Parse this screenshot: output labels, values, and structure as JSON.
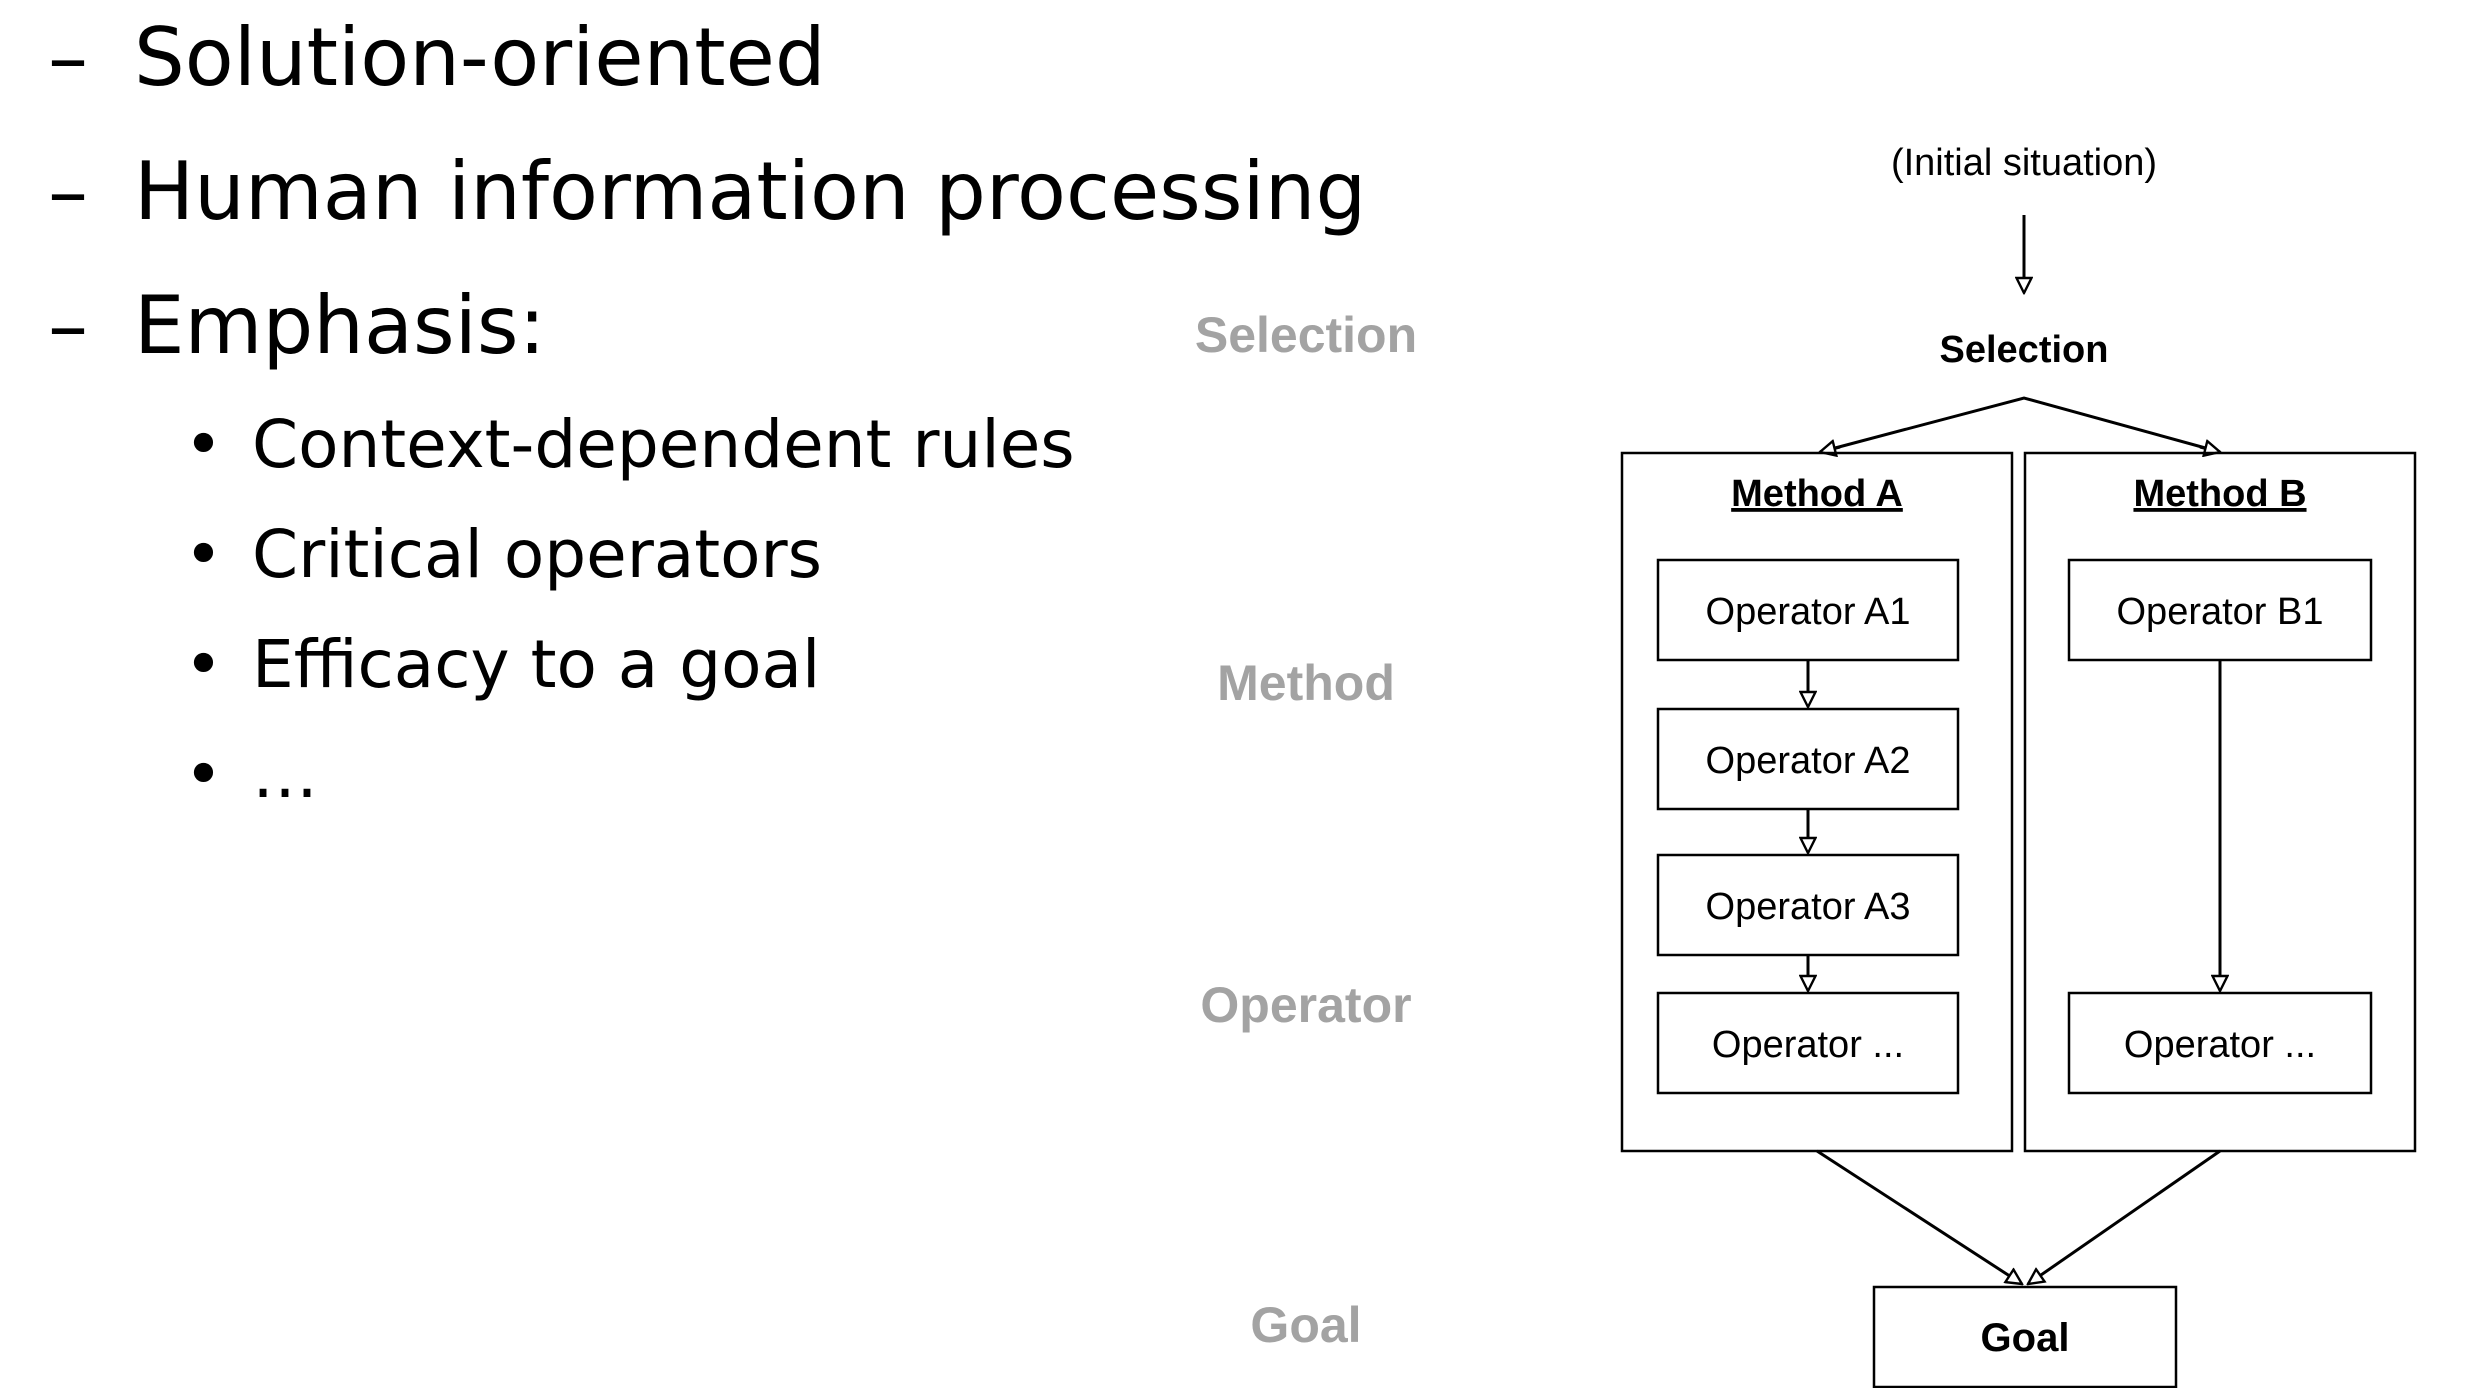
{
  "bullets": {
    "items": [
      {
        "marker": "–",
        "text": "Solution-oriented"
      },
      {
        "marker": "–",
        "text": "Human information processing"
      },
      {
        "marker": "–",
        "text": "Emphasis:"
      }
    ],
    "sub_items": [
      {
        "marker": "•",
        "text": "Context-dependent rules"
      },
      {
        "marker": "•",
        "text": "Critical operators"
      },
      {
        "marker": "•",
        "text": "Efficacy to a goal"
      },
      {
        "marker": "•",
        "text": "…"
      }
    ]
  },
  "levels": {
    "selection": "Selection",
    "method": "Method",
    "operator": "Operator",
    "goal": "Goal"
  },
  "diagram": {
    "initial": "(Initial situation)",
    "selection": "Selection",
    "method_a": {
      "title": "Method A",
      "operators": [
        "Operator A1",
        "Operator A2",
        "Operator A3",
        "Operator ..."
      ]
    },
    "method_b": {
      "title": "Method B",
      "operators": [
        "Operator B1",
        "Operator ..."
      ]
    },
    "goal": "Goal"
  },
  "colors": {
    "level_label": "#a3a3a3",
    "line": "#000000"
  }
}
